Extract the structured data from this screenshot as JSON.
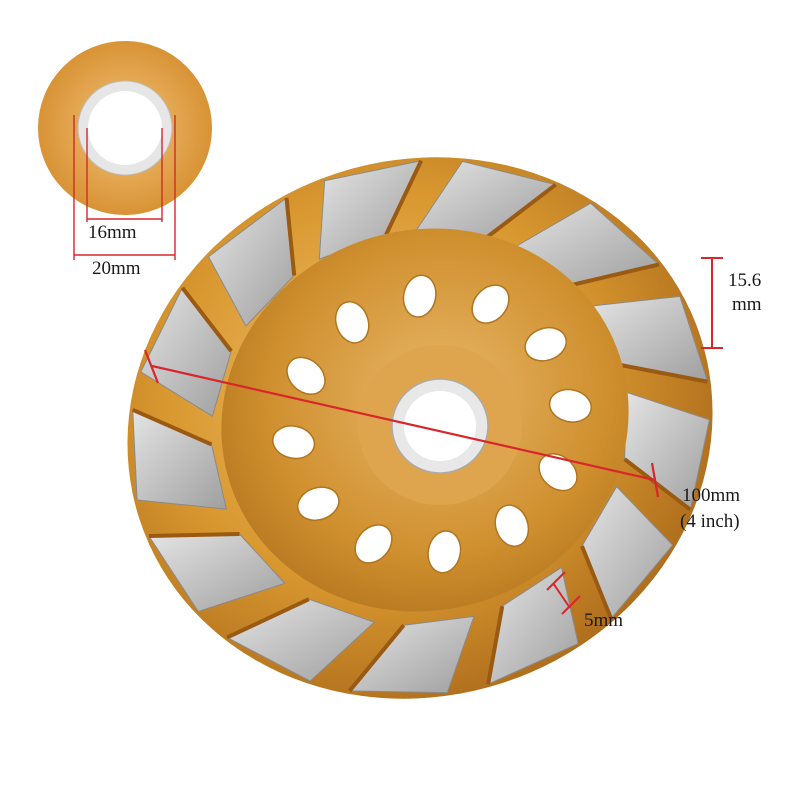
{
  "image": {
    "subject": "diamond cup grinding wheel",
    "colors": {
      "body": "#d9982f",
      "body_dark": "#b06f18",
      "segment": "#b8b8b8",
      "segment_light": "#dcdcdc",
      "bore_ring": "#e3e3e3",
      "dimension_line": "#d8262b",
      "background": "#ffffff"
    }
  },
  "inset": {
    "inner_bore_label": "16mm",
    "outer_bore_label": "20mm"
  },
  "dimensions": {
    "height_label_line1": "15.6",
    "height_label_line2": "mm",
    "diameter_label_line1": "100mm",
    "diameter_label_line2": "(4 inch)",
    "segment_width_label": "5mm"
  },
  "wheel": {
    "segment_count": 13,
    "vent_hole_count": 12
  }
}
